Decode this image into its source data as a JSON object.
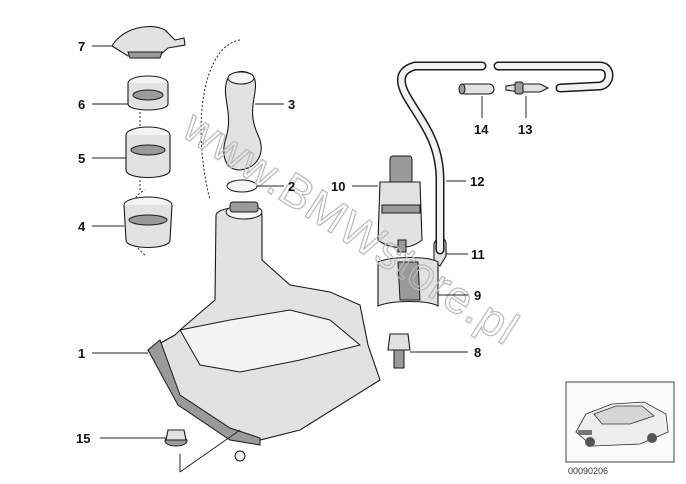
{
  "diagram": {
    "callouts": [
      {
        "id": "c1",
        "label": "1"
      },
      {
        "id": "c2",
        "label": "2"
      },
      {
        "id": "c3",
        "label": "3"
      },
      {
        "id": "c4",
        "label": "4"
      },
      {
        "id": "c5",
        "label": "5"
      },
      {
        "id": "c6",
        "label": "6"
      },
      {
        "id": "c7",
        "label": "7"
      },
      {
        "id": "c8",
        "label": "8"
      },
      {
        "id": "c9",
        "label": "9"
      },
      {
        "id": "c10",
        "label": "10"
      },
      {
        "id": "c11",
        "label": "11"
      },
      {
        "id": "c12",
        "label": "12"
      },
      {
        "id": "c13",
        "label": "13"
      },
      {
        "id": "c14",
        "label": "14"
      },
      {
        "id": "c15",
        "label": "15"
      }
    ],
    "watermark": "www.BMWstore.pl",
    "reference_code": "00090206"
  }
}
